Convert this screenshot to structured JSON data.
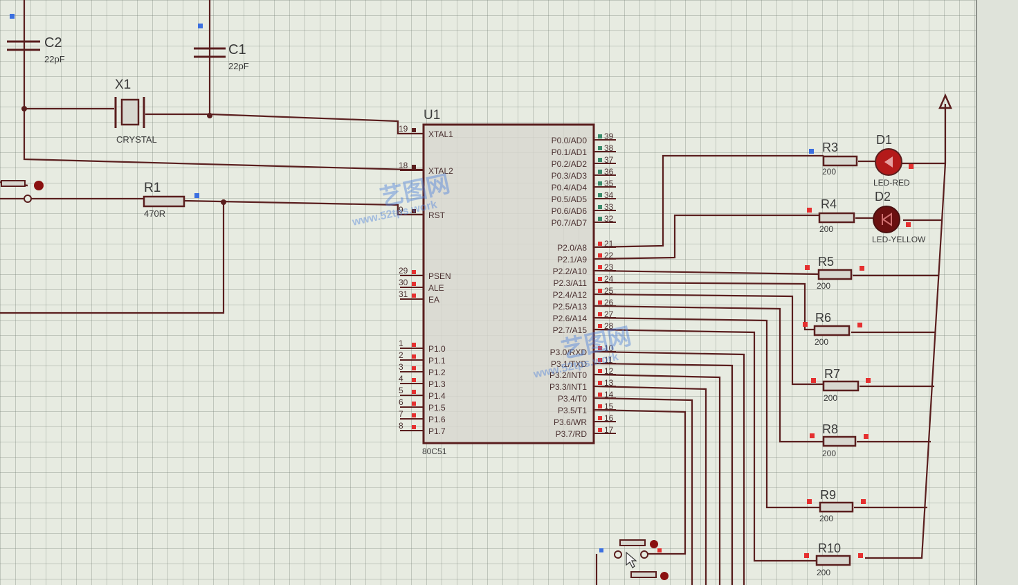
{
  "components": {
    "c2": {
      "ref": "C2",
      "value": "22pF"
    },
    "c1": {
      "ref": "C1",
      "value": "22pF"
    },
    "x1": {
      "ref": "X1",
      "value": "CRYSTAL"
    },
    "r1": {
      "ref": "R1",
      "value": "470R"
    },
    "u1": {
      "ref": "U1",
      "part": "80C51"
    },
    "r3": {
      "ref": "R3",
      "value": "200"
    },
    "r4": {
      "ref": "R4",
      "value": "200"
    },
    "r5": {
      "ref": "R5",
      "value": "200"
    },
    "r6": {
      "ref": "R6",
      "value": "200"
    },
    "r7": {
      "ref": "R7",
      "value": "200"
    },
    "r8": {
      "ref": "R8",
      "value": "200"
    },
    "r9": {
      "ref": "R9",
      "value": "200"
    },
    "r10": {
      "ref": "R10",
      "value": "200"
    },
    "d1": {
      "ref": "D1",
      "value": "LED-RED"
    },
    "d2": {
      "ref": "D2",
      "value": "LED-YELLOW"
    }
  },
  "chip_left_pins": [
    {
      "num": "19",
      "name": "XTAL1"
    },
    {
      "num": "18",
      "name": "XTAL2"
    },
    {
      "num": "9",
      "name": "RST"
    },
    {
      "num": "29",
      "name": "PSEN"
    },
    {
      "num": "30",
      "name": "ALE"
    },
    {
      "num": "31",
      "name": "EA"
    },
    {
      "num": "1",
      "name": "P1.0"
    },
    {
      "num": "2",
      "name": "P1.1"
    },
    {
      "num": "3",
      "name": "P1.2"
    },
    {
      "num": "4",
      "name": "P1.3"
    },
    {
      "num": "5",
      "name": "P1.4"
    },
    {
      "num": "6",
      "name": "P1.5"
    },
    {
      "num": "7",
      "name": "P1.6"
    },
    {
      "num": "8",
      "name": "P1.7"
    }
  ],
  "chip_right_pins": [
    {
      "num": "39",
      "name": "P0.0/AD0"
    },
    {
      "num": "38",
      "name": "P0.1/AD1"
    },
    {
      "num": "37",
      "name": "P0.2/AD2"
    },
    {
      "num": "36",
      "name": "P0.3/AD3"
    },
    {
      "num": "35",
      "name": "P0.4/AD4"
    },
    {
      "num": "34",
      "name": "P0.5/AD5"
    },
    {
      "num": "33",
      "name": "P0.6/AD6"
    },
    {
      "num": "32",
      "name": "P0.7/AD7"
    },
    {
      "num": "21",
      "name": "P2.0/A8"
    },
    {
      "num": "22",
      "name": "P2.1/A9"
    },
    {
      "num": "23",
      "name": "P2.2/A10"
    },
    {
      "num": "24",
      "name": "P2.3/A11"
    },
    {
      "num": "25",
      "name": "P2.4/A12"
    },
    {
      "num": "26",
      "name": "P2.5/A13"
    },
    {
      "num": "27",
      "name": "P2.6/A14"
    },
    {
      "num": "28",
      "name": "P2.7/A15"
    },
    {
      "num": "10",
      "name": "P3.0/RXD"
    },
    {
      "num": "11",
      "name": "P3.1/TXD"
    },
    {
      "num": "12",
      "name": "P3.2/INT0"
    },
    {
      "num": "13",
      "name": "P3.3/INT1"
    },
    {
      "num": "14",
      "name": "P3.4/T0"
    },
    {
      "num": "15",
      "name": "P3.5/T1"
    },
    {
      "num": "16",
      "name": "P3.6/WR"
    },
    {
      "num": "17",
      "name": "P3.7/RD"
    }
  ],
  "watermark": {
    "logo": "艺图网",
    "url": "www.52tps.work"
  },
  "colors": {
    "wire": "#5a1e1e",
    "chip_fill": "#d8d7cf",
    "led_red": "#b41a1a",
    "led_yellow": "#6a1010",
    "pin_red": "#e53030",
    "pin_blue": "#3b6fe0",
    "grid": "#8f988c"
  }
}
